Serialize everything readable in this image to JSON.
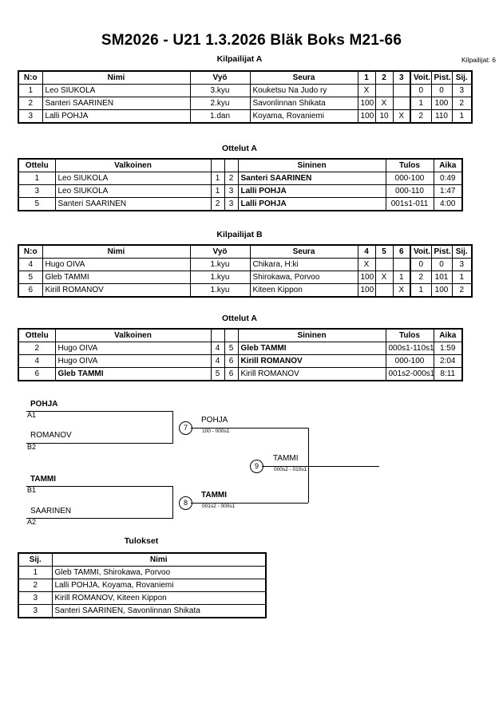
{
  "header": {
    "title": "SM2026 - U21  1.3.2026  Bläk Boks   M21-66",
    "competitor_count_label": "Kilpailijat: 6"
  },
  "sections": {
    "pool_a_caption": "Kilpailijat A",
    "matches_a_caption": "Ottelut A",
    "pool_b_caption": "Kilpailijat B",
    "matches_b_caption": "Ottelut A",
    "results_caption": "Tulokset"
  },
  "pool_headers": {
    "no": "N:o",
    "name": "Nimi",
    "belt": "Vyö",
    "club": "Seura",
    "wins": "Voit.",
    "points": "Pist.",
    "rank": "Sij."
  },
  "pool_a": {
    "opponent_columns": [
      "1",
      "2",
      "3"
    ],
    "rows": [
      {
        "no": "1",
        "name": "Leo SIUKOLA",
        "belt": "3.kyu",
        "club": "Kouketsu Na Judo ry",
        "cells": [
          "X",
          "",
          ""
        ],
        "wins": "0",
        "points": "0",
        "rank": "3"
      },
      {
        "no": "2",
        "name": "Santeri SAARINEN",
        "belt": "2.kyu",
        "club": "Savonlinnan Shikata",
        "cells": [
          "100",
          "X",
          ""
        ],
        "wins": "1",
        "points": "100",
        "rank": "2"
      },
      {
        "no": "3",
        "name": "Lalli POHJA",
        "belt": "1.dan",
        "club": "Koyama, Rovaniemi",
        "cells": [
          "100",
          "10",
          "X"
        ],
        "wins": "2",
        "points": "110",
        "rank": "1"
      }
    ]
  },
  "pool_b": {
    "opponent_columns": [
      "4",
      "5",
      "6"
    ],
    "rows": [
      {
        "no": "4",
        "name": "Hugo OIVA",
        "belt": "1.kyu",
        "club": "Chikara, H:ki",
        "cells": [
          "X",
          "",
          ""
        ],
        "wins": "0",
        "points": "0",
        "rank": "3"
      },
      {
        "no": "5",
        "name": "Gleb TAMMI",
        "belt": "1.kyu",
        "club": "Shirokawa, Porvoo",
        "cells": [
          "100",
          "X",
          "1"
        ],
        "wins": "2",
        "points": "101",
        "rank": "1"
      },
      {
        "no": "6",
        "name": "Kirill ROMANOV",
        "belt": "1.kyu",
        "club": "Kiteen Kippon",
        "cells": [
          "100",
          "",
          "X"
        ],
        "wins": "1",
        "points": "100",
        "rank": "2"
      }
    ]
  },
  "match_headers": {
    "match": "Ottelu",
    "white": "Valkoinen",
    "blue": "Sininen",
    "result": "Tulos",
    "time": "Aika"
  },
  "matches_a": [
    {
      "no": "1",
      "white": "Leo SIUKOLA",
      "white_bold": false,
      "white_no": "1",
      "blue_no": "2",
      "blue": "Santeri SAARINEN",
      "blue_bold": true,
      "result": "000-100",
      "time": "0:49"
    },
    {
      "no": "3",
      "white": "Leo SIUKOLA",
      "white_bold": false,
      "white_no": "1",
      "blue_no": "3",
      "blue": "Lalli POHJA",
      "blue_bold": true,
      "result": "000-110",
      "time": "1:47"
    },
    {
      "no": "5",
      "white": "Santeri SAARINEN",
      "white_bold": false,
      "white_no": "2",
      "blue_no": "3",
      "blue": "Lalli POHJA",
      "blue_bold": true,
      "result": "001s1-011",
      "time": "4:00"
    }
  ],
  "matches_b": [
    {
      "no": "2",
      "white": "Hugo OIVA",
      "white_bold": false,
      "white_no": "4",
      "blue_no": "5",
      "blue": "Gleb TAMMI",
      "blue_bold": true,
      "result": "000s1-110s1",
      "time": "1:59"
    },
    {
      "no": "4",
      "white": "Hugo OIVA",
      "white_bold": false,
      "white_no": "4",
      "blue_no": "6",
      "blue": "Kirill ROMANOV",
      "blue_bold": true,
      "result": "000-100",
      "time": "2:04"
    },
    {
      "no": "6",
      "white": "Gleb TAMMI",
      "white_bold": true,
      "white_no": "5",
      "blue_no": "6",
      "blue": "Kirill ROMANOV",
      "blue_bold": false,
      "result": "001s2-000s1",
      "time": "8:11"
    }
  ],
  "bracket": {
    "entries": [
      {
        "name": "POHJA",
        "seed": "A1",
        "bold": true
      },
      {
        "name": "ROMANOV",
        "seed": "B2",
        "bold": false
      },
      {
        "name": "TAMMI",
        "seed": "B1",
        "bold": true
      },
      {
        "name": "SAARINEN",
        "seed": "A2",
        "bold": false
      }
    ],
    "semifinal_top": {
      "number": "7",
      "winner": "POHJA",
      "score": "100 - 000s1",
      "bold": false
    },
    "semifinal_bottom": {
      "number": "8",
      "winner": "TAMMI",
      "score": "001s2 - 000s1",
      "bold": true
    },
    "final": {
      "number": "9",
      "winner": "TAMMI",
      "score": "000s2 - 010s1",
      "bold": false
    }
  },
  "results_headers": {
    "rank": "Sij.",
    "name": "Nimi"
  },
  "results": [
    {
      "rank": "1",
      "name": "Gleb TAMMI, Shirokawa, Porvoo"
    },
    {
      "rank": "2",
      "name": "Lalli POHJA, Koyama, Rovaniemi"
    },
    {
      "rank": "3",
      "name": "Kirill ROMANOV, Kiteen Kippon"
    },
    {
      "rank": "3",
      "name": "Santeri SAARINEN, Savonlinnan Shikata"
    }
  ]
}
